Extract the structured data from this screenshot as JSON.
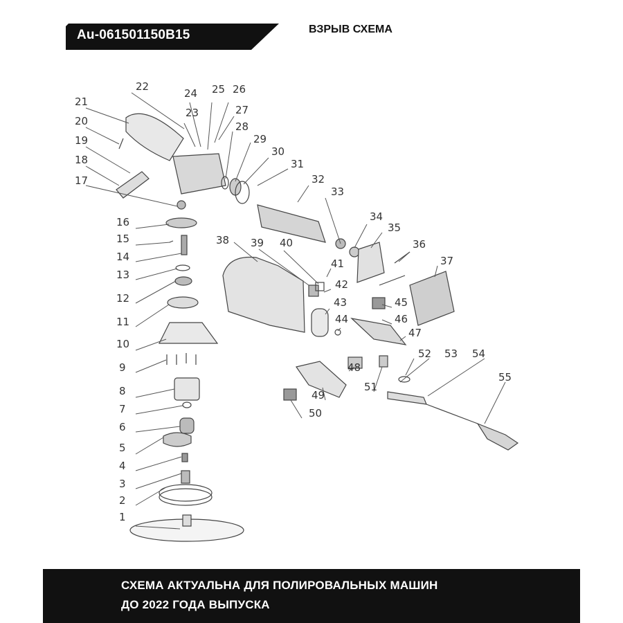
{
  "header": {
    "model_code": "Au-061501150B15",
    "title": "ВЗРЫВ СХЕМА"
  },
  "diagram": {
    "callouts": [
      "1",
      "2",
      "3",
      "4",
      "5",
      "6",
      "7",
      "8",
      "9",
      "10",
      "11",
      "12",
      "13",
      "14",
      "15",
      "16",
      "17",
      "18",
      "19",
      "20",
      "21",
      "22",
      "23",
      "24",
      "25",
      "26",
      "27",
      "28",
      "29",
      "30",
      "31",
      "32",
      "33",
      "34",
      "35",
      "36",
      "37",
      "38",
      "39",
      "40",
      "41",
      "42",
      "43",
      "44",
      "45",
      "46",
      "47",
      "48",
      "49",
      "50",
      "51",
      "52",
      "53",
      "54",
      "55"
    ]
  },
  "footer": {
    "line1": "СХЕМА АКТУАЛЬНА ДЛЯ ПОЛИРОВАЛЬНЫХ МАШИН",
    "line2": "ДО 2022 ГОДА ВЫПУСКА"
  },
  "colors": {
    "banner": "#111111",
    "text": "#ffffff",
    "line": "#555555"
  }
}
